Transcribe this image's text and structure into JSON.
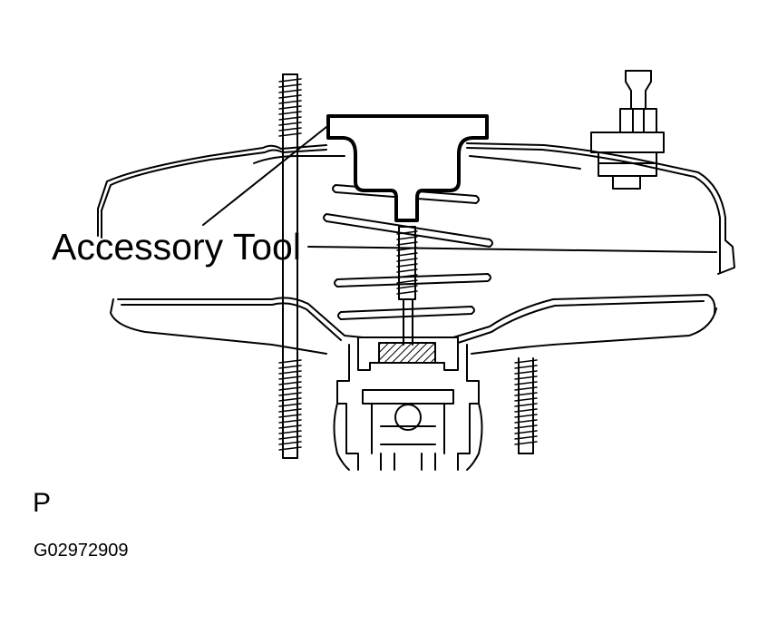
{
  "callout": {
    "label": "Accessory Tool"
  },
  "view": {
    "letter": "P"
  },
  "figure": {
    "code": "G02972909"
  },
  "colors": {
    "ink": "#000000",
    "paper": "#ffffff"
  }
}
